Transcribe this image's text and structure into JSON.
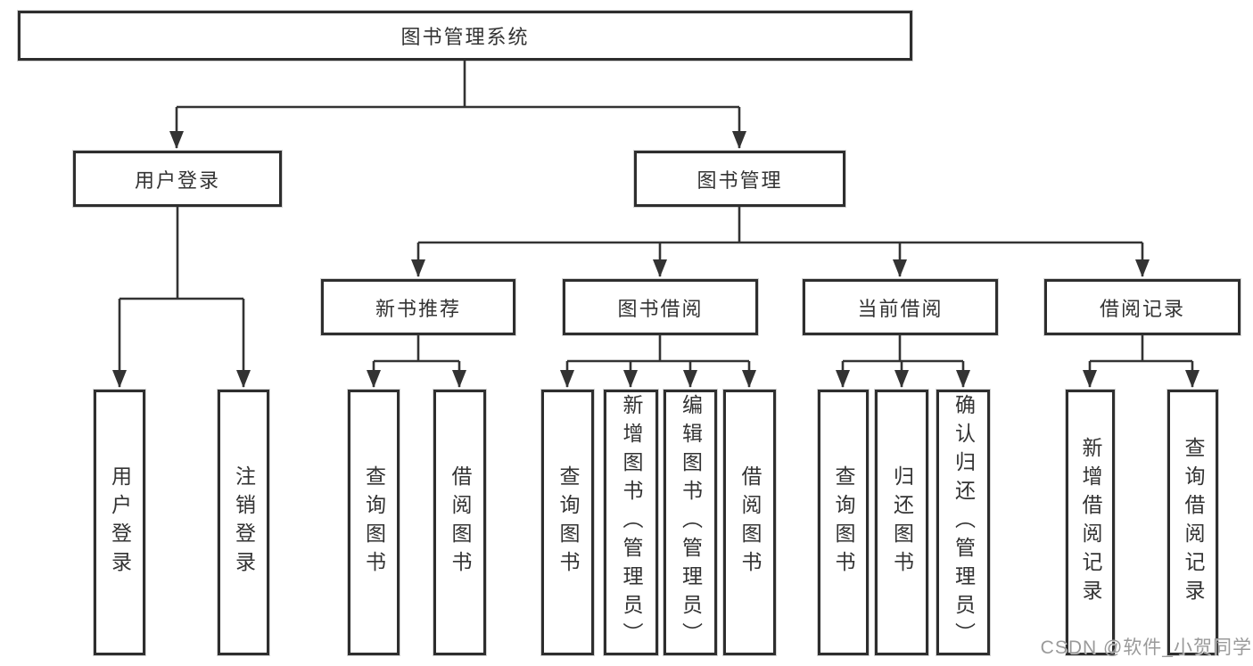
{
  "diagram_title": "图书管理系统",
  "nodes": {
    "root": "图书管理系统",
    "user_login_group": "用户登录",
    "book_mgmt_group": "图书管理",
    "new_book_rec": "新书推荐",
    "book_borrow": "图书借阅",
    "current_borrow": "当前借阅",
    "borrow_record": "借阅记录",
    "leaf_user_login": "用户登录",
    "leaf_logout": "注销登录",
    "leaf_query_book_a": "查询图书",
    "leaf_borrow_book_a": "借阅图书",
    "leaf_query_book_b": "查询图书",
    "leaf_add_book": "新增图书（管理员）",
    "leaf_edit_book": "编辑图书（管理员）",
    "leaf_borrow_book_b": "借阅图书",
    "leaf_query_book_c": "查询图书",
    "leaf_return_book": "归还图书",
    "leaf_confirm_return": "确认归还（管理员）",
    "leaf_add_record": "新增借阅记录",
    "leaf_query_record": "查询借阅记录"
  },
  "watermark": "CSDN @软件_小贺同学",
  "colors": {
    "line": "#333333",
    "box_border": "#2e2e2e",
    "box_fill": "#ffffff",
    "text": "#333333",
    "watermark": "#9a9a9a",
    "background": "#ffffff"
  }
}
